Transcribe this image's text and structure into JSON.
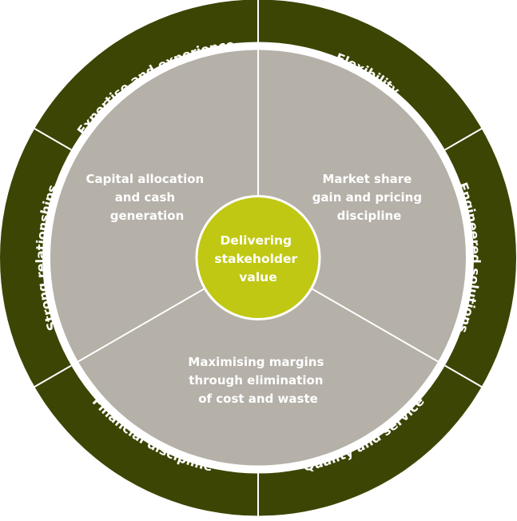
{
  "colors": {
    "ring": "#3d4504",
    "pie": "#b5b0a8",
    "center": "#c0c814",
    "text": "#ffffff",
    "background": "#ffffff"
  },
  "center": {
    "lines": [
      "Delivering",
      "stakeholder",
      "value"
    ]
  },
  "segments": [
    {
      "lines": [
        "Capital allocation",
        "and cash",
        "generation"
      ]
    },
    {
      "lines": [
        "Market share",
        "gain and pricing",
        "discipline"
      ]
    },
    {
      "lines": [
        "Maximising margins",
        "through elimination",
        "of cost and waste"
      ]
    }
  ],
  "ring": [
    {
      "label": "Flexibility"
    },
    {
      "label": "Engineered solutions"
    },
    {
      "label": "Quality and service"
    },
    {
      "label": "Financial discipline"
    },
    {
      "label": "Strong relationships"
    },
    {
      "label": "Expertise and experience"
    }
  ]
}
